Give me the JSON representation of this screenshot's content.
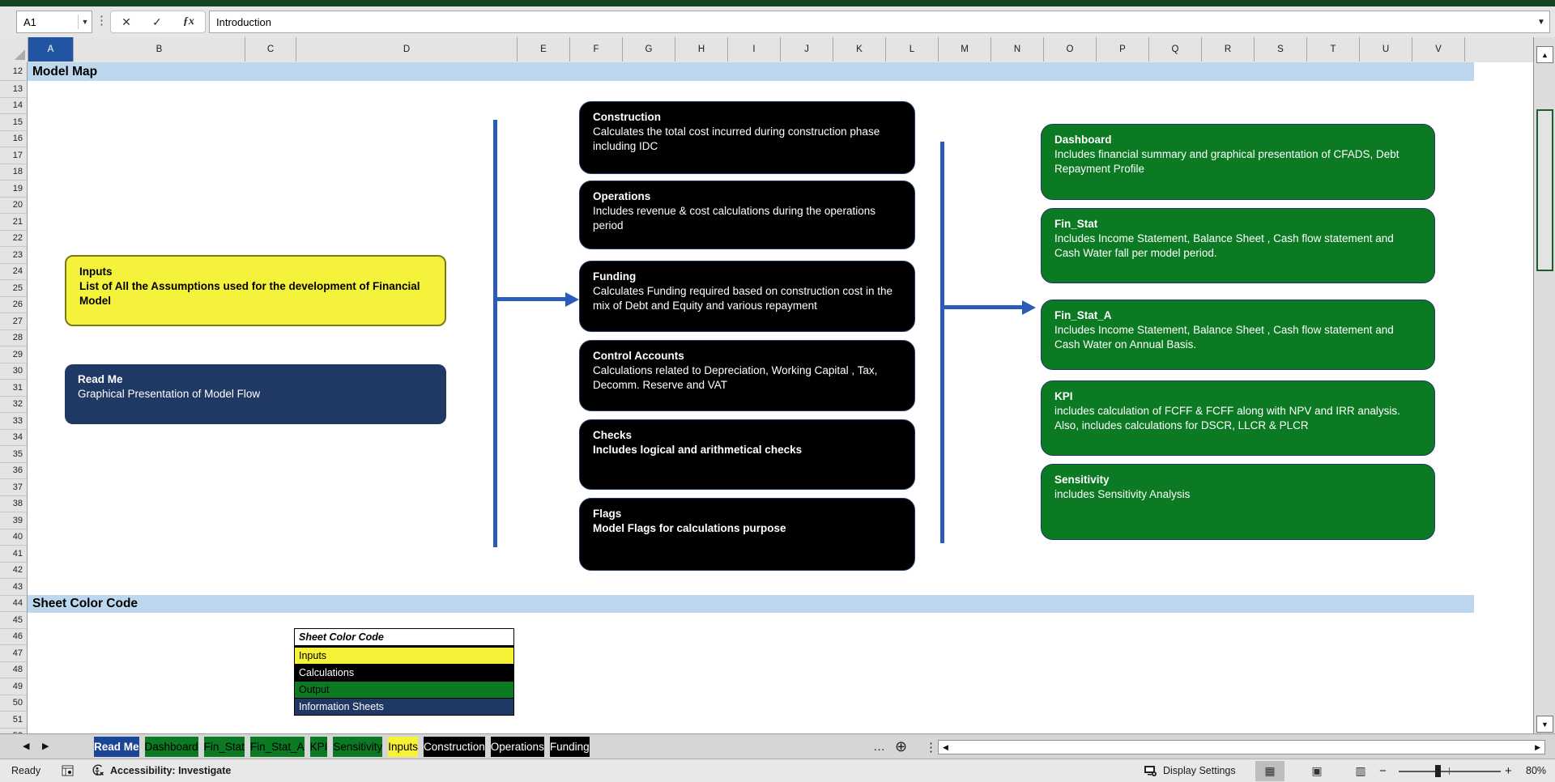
{
  "formula_bar": {
    "name_box": "A1",
    "formula": "Introduction"
  },
  "grid": {
    "columns": [
      "A",
      "B",
      "C",
      "D",
      "E",
      "F",
      "G",
      "H",
      "I",
      "J",
      "K",
      "L",
      "M",
      "N",
      "O",
      "P",
      "Q",
      "R",
      "S",
      "T",
      "U",
      "V"
    ],
    "selected_column": "A",
    "row_start": 12,
    "row_end": 52
  },
  "banners": {
    "model_map": "Model Map",
    "sheet_color_code": "Sheet Color Code"
  },
  "flow": {
    "left_boxes": [
      {
        "title": "Inputs",
        "desc": "List of All the Assumptions used for the development of Financial Model",
        "type": "input"
      },
      {
        "title": "Read Me",
        "desc": "Graphical Presentation of  Model Flow",
        "type": "info"
      }
    ],
    "calc_boxes": [
      {
        "title": "Construction",
        "desc": "Calculates the total cost incurred during construction phase including IDC"
      },
      {
        "title": "Operations",
        "desc": "Includes revenue & cost calculations during the operations period"
      },
      {
        "title": "Funding",
        "desc": "Calculates Funding required based on construction cost in the mix of Debt and Equity and various repayment"
      },
      {
        "title": "Control Accounts",
        "desc": "Calculations related to Depreciation, Working Capital , Tax, Decomm. Reserve and VAT"
      },
      {
        "title": "Checks",
        "desc": "Includes logical and arithmetical checks"
      },
      {
        "title": "Flags",
        "desc": "Model Flags for calculations purpose"
      }
    ],
    "output_boxes": [
      {
        "title": "Dashboard",
        "desc": "Includes financial summary and graphical presentation of CFADS, Debt Repayment Profile"
      },
      {
        "title": "Fin_Stat",
        "desc": "Includes Income Statement, Balance  Sheet , Cash flow statement and Cash Water fall  per model period."
      },
      {
        "title": "Fin_Stat_A",
        "desc": "Includes Income Statement, Balance  Sheet , Cash flow statement and Cash Water on Annual Basis."
      },
      {
        "title": "KPI",
        "desc": "includes calculation of FCFF & FCFF along with NPV and IRR analysis. Also, includes calculations for DSCR, LLCR & PLCR"
      },
      {
        "title": "Sensitivity",
        "desc": "includes Sensitivity Analysis"
      }
    ]
  },
  "color_table": {
    "header": "Sheet Color Code",
    "rows": [
      {
        "label": "Inputs",
        "bg": "#F5F238",
        "fg": "#000000"
      },
      {
        "label": "Calculations",
        "bg": "#000000",
        "fg": "#FFFFFF"
      },
      {
        "label": "Output",
        "bg": "#0B7A23",
        "fg": "#000000"
      },
      {
        "label": "Information Sheets",
        "bg": "#1F3864",
        "fg": "#FFFFFF"
      }
    ]
  },
  "tabs": {
    "items": [
      {
        "label": "Read Me",
        "type": "info",
        "active": true
      },
      {
        "label": "Dashboard",
        "type": "output"
      },
      {
        "label": "Fin_Stat",
        "type": "output"
      },
      {
        "label": "Fin_Stat_A",
        "type": "output"
      },
      {
        "label": "KPI",
        "type": "output"
      },
      {
        "label": "Sensitivity",
        "type": "output"
      },
      {
        "label": "Inputs",
        "type": "input"
      },
      {
        "label": "Construction",
        "type": "calc"
      },
      {
        "label": "Operations",
        "type": "calc"
      },
      {
        "label": "Funding",
        "type": "calc"
      }
    ],
    "overflow": "…"
  },
  "status_bar": {
    "ready": "Ready",
    "accessibility": "Accessibility: Investigate",
    "display_settings": "Display Settings",
    "zoom": "80%"
  },
  "colors": {
    "title_strip": "#134423",
    "chrome_bg": "#E6E6E6",
    "header_sel": "#2155A4",
    "banner": "#BDD7EE",
    "yellow": "#F5F23C",
    "navy": "#1F3864",
    "green": "#0B7A23",
    "arrow": "#2A5CB8",
    "tab_active": "#1B4596",
    "tabbar_bg": "#D6D6D6"
  }
}
